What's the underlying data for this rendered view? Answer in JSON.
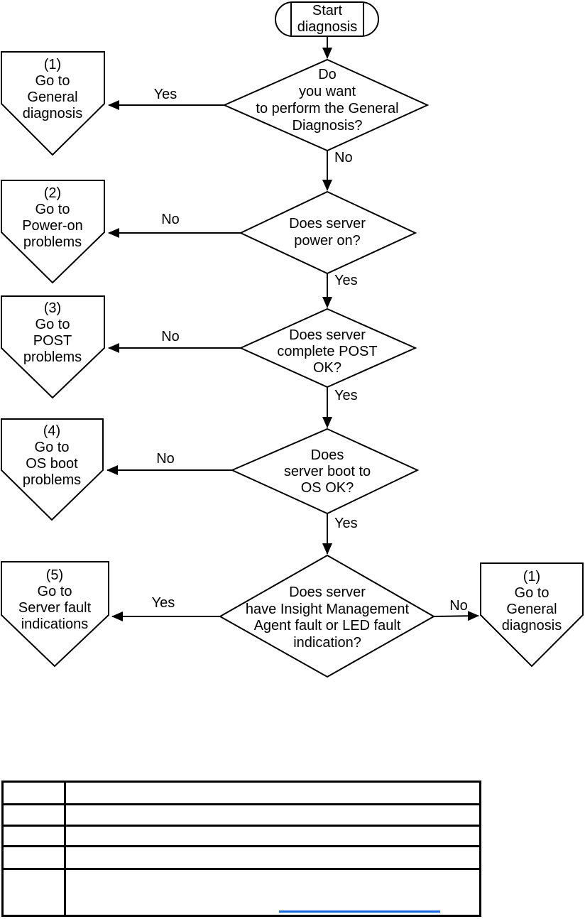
{
  "colors": {
    "ink": "#000000",
    "background": "#ffffff",
    "link_underline": "#1668e0"
  },
  "flowchart": {
    "start": {
      "lines": [
        "Start",
        "diagnosis"
      ]
    },
    "labels": {
      "yes": "Yes",
      "no": "No"
    },
    "decisions": [
      {
        "lines": [
          "Do",
          "you want",
          "to perform the General",
          "Diagnosis?"
        ]
      },
      {
        "lines": [
          "Does server",
          "power on?"
        ]
      },
      {
        "lines": [
          "Does server",
          "complete POST",
          "OK?"
        ]
      },
      {
        "lines": [
          "Does",
          "server boot to",
          "OS OK?"
        ]
      },
      {
        "lines": [
          "Does server",
          "have Insight Management",
          "Agent fault or LED fault",
          "indication?"
        ]
      }
    ],
    "offpage_connectors": [
      {
        "lines": [
          "(1)",
          "Go to",
          "General",
          "diagnosis"
        ]
      },
      {
        "lines": [
          "(2)",
          "Go to",
          "Power-on",
          "problems"
        ]
      },
      {
        "lines": [
          "(3)",
          "Go to",
          "POST",
          "problems"
        ]
      },
      {
        "lines": [
          "(4)",
          "Go to",
          "OS boot",
          "problems"
        ]
      },
      {
        "lines": [
          "(5)",
          "Go to",
          "Server fault",
          "indications"
        ]
      },
      {
        "lines": [
          "(1)",
          "Go to",
          "General",
          "diagnosis"
        ]
      }
    ]
  },
  "table": {
    "row_count": 5,
    "column_count": 2,
    "visible_text": ""
  }
}
